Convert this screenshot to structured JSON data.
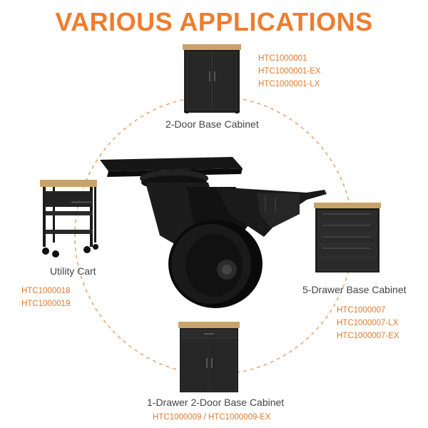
{
  "title": "VARIOUS APPLICATIONS",
  "colors": {
    "accent": "#ee7d2f",
    "code_text": "#e07a2c",
    "label_text": "#444444",
    "dashed_circle": "#e8a36b",
    "product_black": "#1a1a1a",
    "wood_top": "#c9a36a"
  },
  "products": {
    "two_door": {
      "name": "2-Door Base Cabinet",
      "codes": [
        "HTC1000001",
        "HTC1000001-EX",
        "HTC1000001-LX"
      ]
    },
    "utility_cart": {
      "name": "Utility Cart",
      "codes": [
        "HTC1000018",
        "HTC1000019"
      ]
    },
    "five_drawer": {
      "name": "5-Drawer Base Cabinet",
      "codes": [
        "HTC1000007",
        "HTC1000007-LX",
        "HTC1000007-EX"
      ]
    },
    "one_drawer": {
      "name": "1-Drawer 2-Door Base Cabinet",
      "codes_line": "HTC1000009 / HTC1000009-EX"
    }
  },
  "center_image": "swivel-caster-wheel-with-brake"
}
